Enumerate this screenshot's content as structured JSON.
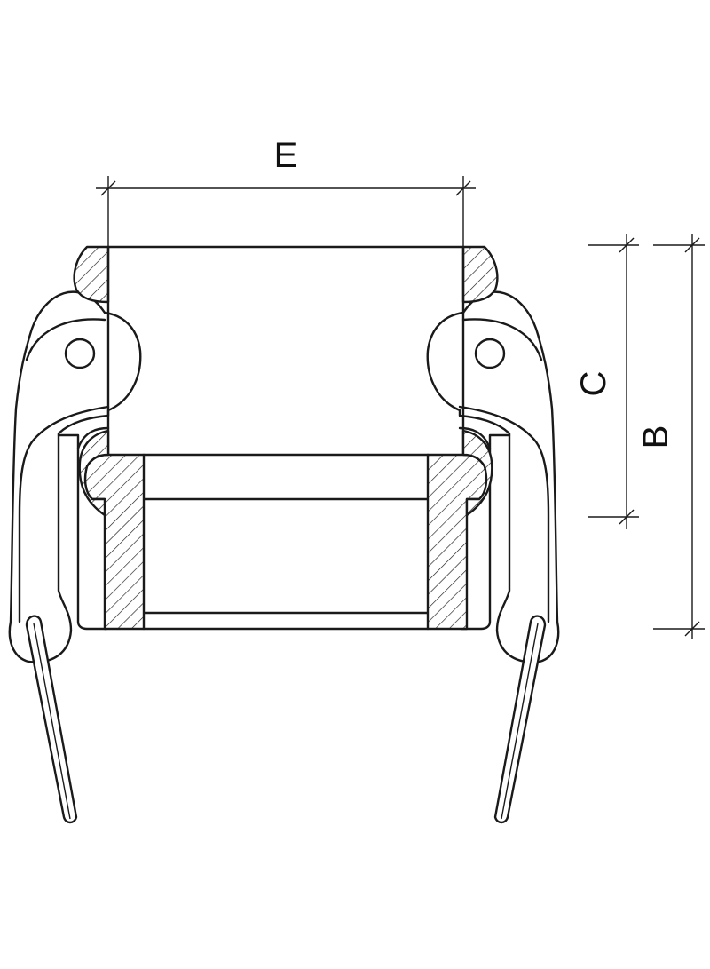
{
  "dimensions": {
    "e": {
      "label": "E"
    },
    "c": {
      "label": "C"
    },
    "b": {
      "label": "B"
    }
  },
  "colors": {
    "line": "#1a1a1a",
    "background": "#ffffff"
  }
}
